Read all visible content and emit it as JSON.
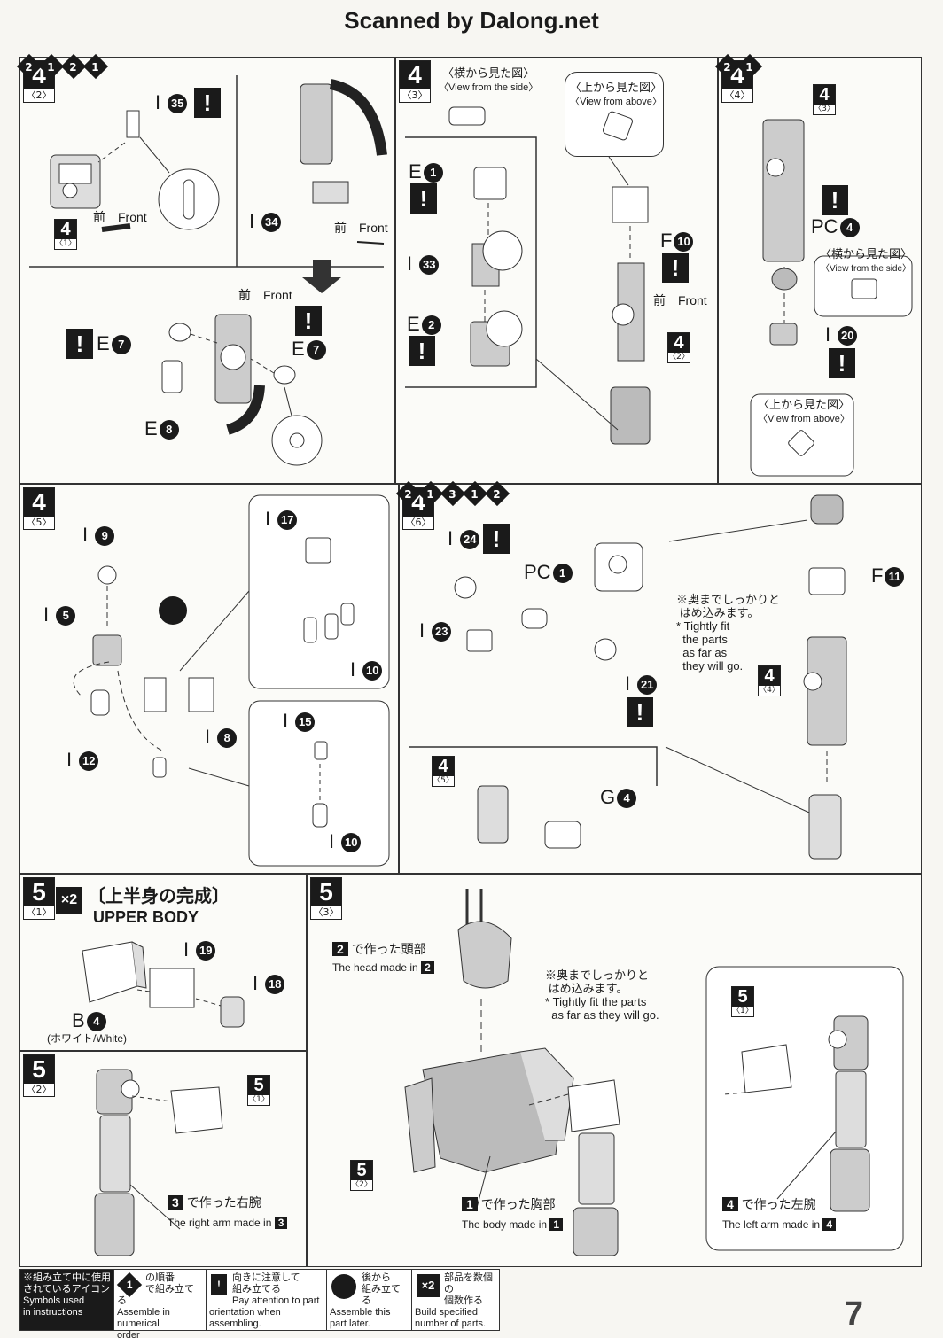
{
  "header": "Scanned by Dalong.net",
  "page_number": "7",
  "steps": {
    "s4_2": {
      "num": "4",
      "sub": "〈2〉",
      "front_jp": "前",
      "front_en": "Front",
      "ref_num": "4",
      "ref_sub": "〈1〉"
    },
    "s4_3": {
      "num": "4",
      "sub": "〈3〉",
      "side_jp": "〈横から見た図〉",
      "side_en": "〈View from the side〉",
      "above_jp": "〈上から見た図〉",
      "above_en": "〈View from above〉",
      "front_jp": "前",
      "front_en": "Front",
      "ref_num": "4",
      "ref_sub": "〈2〉"
    },
    "s4_4": {
      "num": "4",
      "sub": "〈4〉",
      "ref_num": "4",
      "ref_sub": "〈3〉",
      "side_jp": "〈横から見た図〉",
      "side_en": "〈View from the side〉",
      "above_jp": "〈上から見た図〉",
      "above_en": "〈View from above〉"
    },
    "s4_5": {
      "num": "4",
      "sub": "〈5〉"
    },
    "s4_6": {
      "num": "4",
      "sub": "〈6〉",
      "note_jp1": "※奥までしっかりと",
      "note_jp2": "はめ込みます。",
      "note_en1": "* Tightly fit",
      "note_en2": "the parts",
      "note_en3": "as far as",
      "note_en4": "they will go.",
      "ref_num": "4",
      "ref_sub": "〈4〉",
      "ref2_num": "4",
      "ref2_sub": "〈5〉"
    },
    "s5_1": {
      "num": "5",
      "sub": "〈1〉",
      "mult": "×2",
      "title_jp": "〔上半身の完成〕",
      "title_en": "UPPER BODY",
      "color_note": "(ホワイト/White)"
    },
    "s5_2": {
      "num": "5",
      "sub": "〈2〉",
      "ref_num": "5",
      "ref_sub": "〈1〉",
      "ref3_jp": "で作った右腕",
      "ref3_en": "The right arm made in",
      "ref3_num": "3"
    },
    "s5_3": {
      "num": "5",
      "sub": "〈3〉",
      "head_jp": "で作った頭部",
      "head_en": "The head made in",
      "head_num": "2",
      "note_jp1": "※奥までしっかりと",
      "note_jp2": "はめ込みます。",
      "note_en1": "* Tightly fit the parts",
      "note_en2": "as far as they will go.",
      "body_jp": "で作った胸部",
      "body_en": "The body made in",
      "body_num": "1",
      "left_jp": "で作った左腕",
      "left_en": "The left arm made in",
      "left_num": "4",
      "ref_num": "5",
      "ref_sub": "〈1〉",
      "ref2_num": "5",
      "ref2_sub": "〈2〉"
    }
  },
  "parts": {
    "I35": {
      "letter": "I",
      "num": "35"
    },
    "I34": {
      "letter": "I",
      "num": "34"
    },
    "E7a": {
      "letter": "E",
      "num": "7"
    },
    "E7b": {
      "letter": "E",
      "num": "7"
    },
    "E8": {
      "letter": "E",
      "num": "8"
    },
    "E1": {
      "letter": "E",
      "num": "1"
    },
    "I33": {
      "letter": "I",
      "num": "33"
    },
    "E2": {
      "letter": "E",
      "num": "2"
    },
    "F10": {
      "letter": "F",
      "num": "10"
    },
    "PC4": {
      "letter": "PC",
      "num": "4"
    },
    "I20": {
      "letter": "I",
      "num": "20"
    },
    "I9": {
      "letter": "I",
      "num": "9"
    },
    "I5": {
      "letter": "I",
      "num": "5"
    },
    "I12": {
      "letter": "I",
      "num": "12"
    },
    "I8": {
      "letter": "I",
      "num": "8"
    },
    "I17": {
      "letter": "I",
      "num": "17"
    },
    "I10a": {
      "letter": "I",
      "num": "10"
    },
    "I15": {
      "letter": "I",
      "num": "15"
    },
    "I10b": {
      "letter": "I",
      "num": "10"
    },
    "I24": {
      "letter": "I",
      "num": "24"
    },
    "PC1": {
      "letter": "PC",
      "num": "1"
    },
    "I23": {
      "letter": "I",
      "num": "23"
    },
    "I21": {
      "letter": "I",
      "num": "21"
    },
    "F11": {
      "letter": "F",
      "num": "11"
    },
    "G4": {
      "letter": "G",
      "num": "4"
    },
    "I19": {
      "letter": "I",
      "num": "19"
    },
    "I18": {
      "letter": "I",
      "num": "18"
    },
    "B4": {
      "letter": "B",
      "num": "4"
    }
  },
  "legend": {
    "title_jp1": "※組み立て中に使用",
    "title_jp2": "されているアイコン",
    "title_en1": "Symbols used",
    "title_en2": "in instructions",
    "c1_jp1": "の順番",
    "c1_jp2": "で組み立てる",
    "c1_en1": "Assemble in numerical",
    "c1_en2": "order",
    "c2_jp1": "向きに注意して",
    "c2_jp2": "組み立てる",
    "c2_en1": "Pay attention to part",
    "c2_en2": "orientation when assembling.",
    "c3_jp1": "後から",
    "c3_jp2": "組み立てる",
    "c3_en1": "Assemble this",
    "c3_en2": "part later.",
    "c4_jp1": "部品を数個の",
    "c4_jp2": "個数作る",
    "c4_en1": "Build specified",
    "c4_en2": "number of parts.",
    "c4_icon": "×2"
  },
  "icons": {
    "warning": "!",
    "seq1": "1",
    "seq2": "2",
    "seq3": "3"
  }
}
